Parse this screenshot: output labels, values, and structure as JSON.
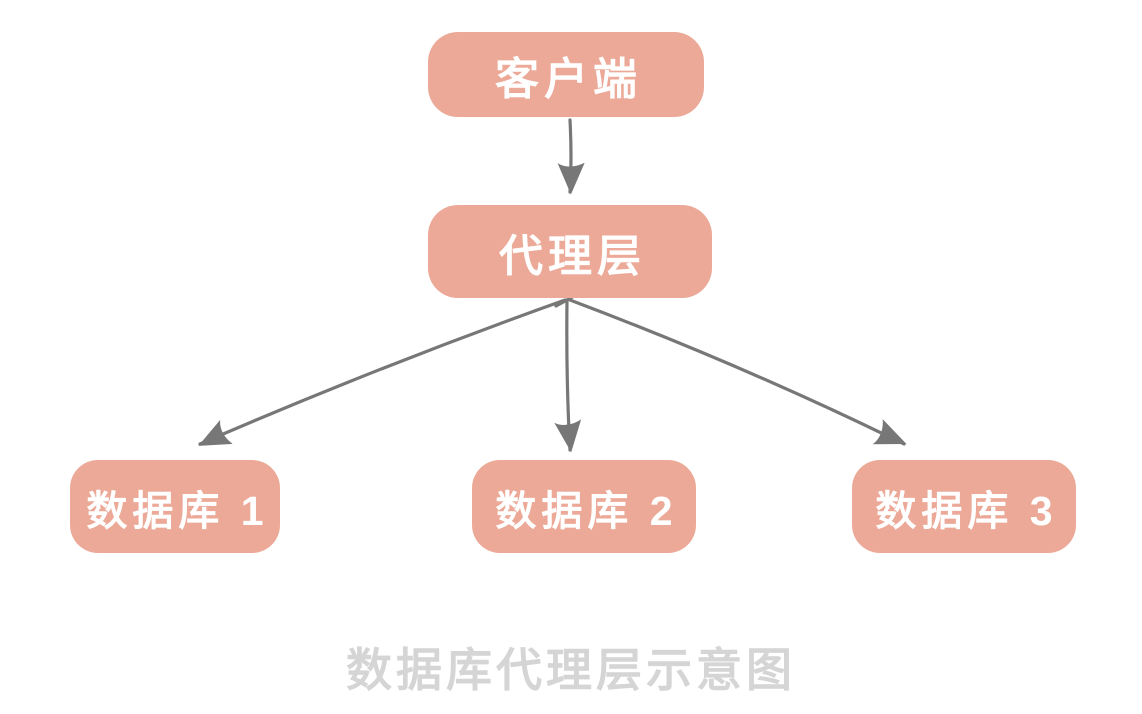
{
  "diagram": {
    "nodes": [
      {
        "id": "client",
        "label": "客户端"
      },
      {
        "id": "proxy",
        "label": "代理层"
      },
      {
        "id": "db1",
        "label": "数据库 1"
      },
      {
        "id": "db2",
        "label": "数据库 2"
      },
      {
        "id": "db3",
        "label": "数据库 3"
      }
    ],
    "edges": [
      {
        "from": "client",
        "to": "proxy"
      },
      {
        "from": "proxy",
        "to": "db1"
      },
      {
        "from": "proxy",
        "to": "db2"
      },
      {
        "from": "proxy",
        "to": "db3"
      }
    ],
    "caption": "数据库代理层示意图"
  },
  "colors": {
    "background": "#FFFFFF",
    "node_fill": "#ECA998",
    "node_text": "#FFFFFF",
    "arrow": "#777777",
    "caption_text": "#D5D5D5"
  }
}
